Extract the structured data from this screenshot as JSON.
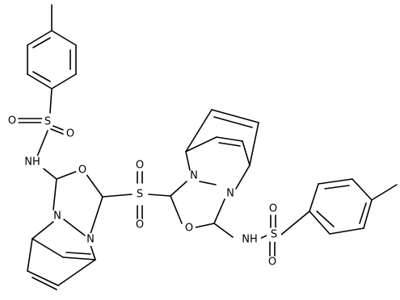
{
  "atoms": {
    "s_left": "S",
    "o_left_upper": "O",
    "o_left_lower": "O",
    "nh_left": "NH",
    "o_ring_left": "O",
    "n_left_a": "N",
    "n_left_b": "N",
    "s_center": "S",
    "o_center_upper": "O",
    "o_center_lower": "O",
    "n_right_a": "N",
    "n_right_b": "N",
    "o_ring_right": "O",
    "nh_right": "NH",
    "s_right": "S",
    "o_right_upper": "O",
    "o_right_lower": "O"
  }
}
